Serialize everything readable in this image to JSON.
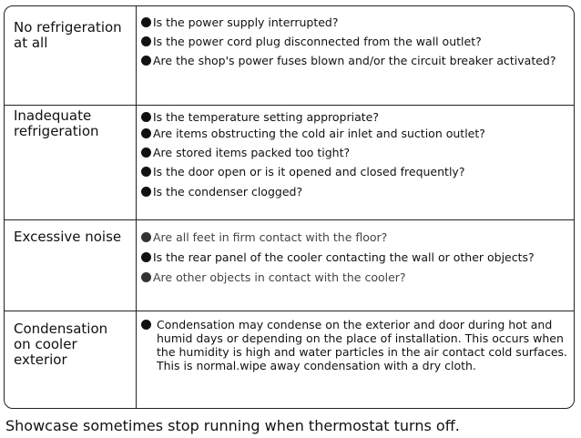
{
  "rows": [
    {
      "problem": [
        "No refrigeration",
        "at all"
      ],
      "checks": [
        "Is the power supply interrupted?",
        "Is the power cord plug disconnected from the wall outlet?",
        "Are the shop's power fuses blown and/or the circuit breaker activated?"
      ]
    },
    {
      "problem": [
        "Inadequate",
        "refrigeration"
      ],
      "checks": [
        "Is the temperature setting appropriate?",
        "Are items obstructing the cold air inlet and suction outlet?",
        "Are stored items packed too tight?",
        "Is the door open or is it opened and closed frequently?",
        "Is the condenser clogged?"
      ]
    },
    {
      "problem": [
        "Excessive noise"
      ],
      "checks": [
        "Are all feet in firm contact with the floor?",
        "Is the rear panel of the cooler  contacting the  wall or other objects?",
        "Are other objects in contact with the cooler?"
      ]
    },
    {
      "problem": [
        "Condensation",
        "on cooler",
        "exterior"
      ],
      "note_lines": [
        "Condensation may condense on the exterior and door during hot and",
        "humid days or depending on the place of installation. This occurs when",
        "the humidity is high and water particles in the air contact cold surfaces.",
        "This is normal.wipe away condensation with a dry cloth."
      ]
    }
  ],
  "footer": "Showcase sometimes stop running when thermostat turns off."
}
